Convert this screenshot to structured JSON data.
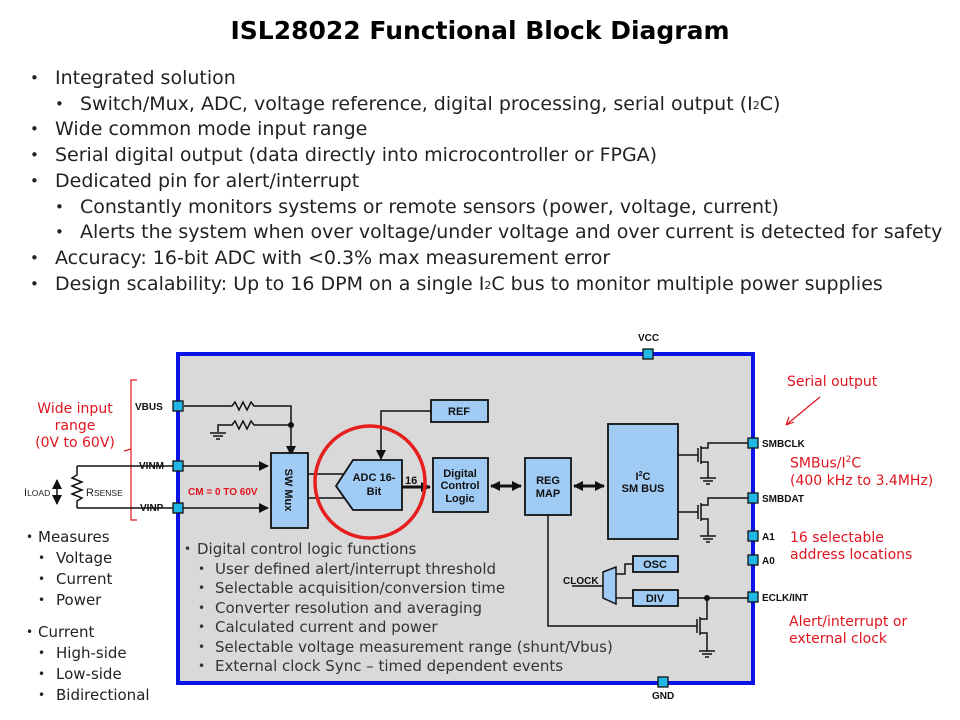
{
  "slide": {
    "title": "ISL28022 Functional Block Diagram",
    "bullets": [
      {
        "level": 1,
        "text": "Integrated solution"
      },
      {
        "level": 2,
        "text": "Switch/Mux, ADC, voltage reference, digital processing, serial output (I",
        "sup": "2",
        "after": "C)"
      },
      {
        "level": 1,
        "text": "Wide common mode input range"
      },
      {
        "level": 1,
        "text": "Serial digital output (data directly into microcontroller or FPGA)"
      },
      {
        "level": 1,
        "text": "Dedicated pin for alert/interrupt"
      },
      {
        "level": 2,
        "text": "Constantly monitors systems or remote sensors (power, voltage, current)"
      },
      {
        "level": 2,
        "text": "Alerts the system when over voltage/under voltage and over current is detected for safety"
      },
      {
        "level": 1,
        "text": "Accuracy: 16-bit ADC with <0.3% max measurement error"
      },
      {
        "level": 1,
        "text": "Design scalability: Up to 16 DPM on a single I",
        "sup": "2",
        "after": "C bus to monitor multiple power supplies"
      }
    ]
  },
  "diagram": {
    "colors": {
      "chip_border": "#0a14e6",
      "chip_fill": "#d9d9d9",
      "block_fill": "#9fcbf5",
      "pin_fill": "#1fb8e6",
      "annotation_red": "#e0141e"
    },
    "pins": {
      "vcc": "VCC",
      "gnd": "GND",
      "vbus": "VBUS",
      "vinm": "VINM",
      "vinp": "VINP",
      "smbclk": "SMBCLK",
      "smbdat": "SMBDAT",
      "a1": "A1",
      "a0": "A0",
      "eclk_int": "ECLK/INT"
    },
    "blocks": {
      "sw_mux": "SW Mux",
      "adc_line1": "ADC 16-",
      "adc_line2": "Bit",
      "bus_width": "16",
      "ref": "REF",
      "dcl_line1": "Digital",
      "dcl_line2": "Control",
      "dcl_line3": "Logic",
      "reg_line1": "REG",
      "reg_line2": "MAP",
      "i2c_line1": "I",
      "i2c_sup": "2",
      "i2c_line1_after": "C",
      "i2c_line2": "SM BUS",
      "osc": "OSC",
      "div": "DIV",
      "clock": "CLOCK"
    },
    "external": {
      "iload": "I",
      "iload_sub": "LOAD",
      "rsense": "R",
      "rsense_sub": "SENSE",
      "cm_range": "CM = 0 TO 60V"
    },
    "annotations": {
      "wide_input": [
        "Wide input",
        "range",
        "(0V to 60V)"
      ],
      "serial_output": "Serial output",
      "smbus_line1_a": "SMBus/I",
      "smbus_line1_sup": "2",
      "smbus_line1_b": "C",
      "smbus_line2": "(400 kHz to 3.4MHz)",
      "address": [
        "16 selectable",
        "address locations"
      ],
      "alert": [
        "Alert/interrupt or",
        "external clock"
      ]
    },
    "inner_list": {
      "heading": "Digital control logic functions",
      "items": [
        "User defined alert/interrupt threshold",
        "Selectable acquisition/conversion time",
        "Converter resolution and averaging",
        "Calculated current and power",
        "Selectable voltage measurement range (shunt/Vbus)",
        "External clock Sync – timed dependent events"
      ]
    }
  },
  "left_lists": {
    "measures": {
      "heading": "Measures",
      "items": [
        "Voltage",
        "Current",
        "Power"
      ]
    },
    "current": {
      "heading": "Current",
      "items": [
        "High-side",
        "Low-side",
        "Bidirectional"
      ]
    }
  }
}
